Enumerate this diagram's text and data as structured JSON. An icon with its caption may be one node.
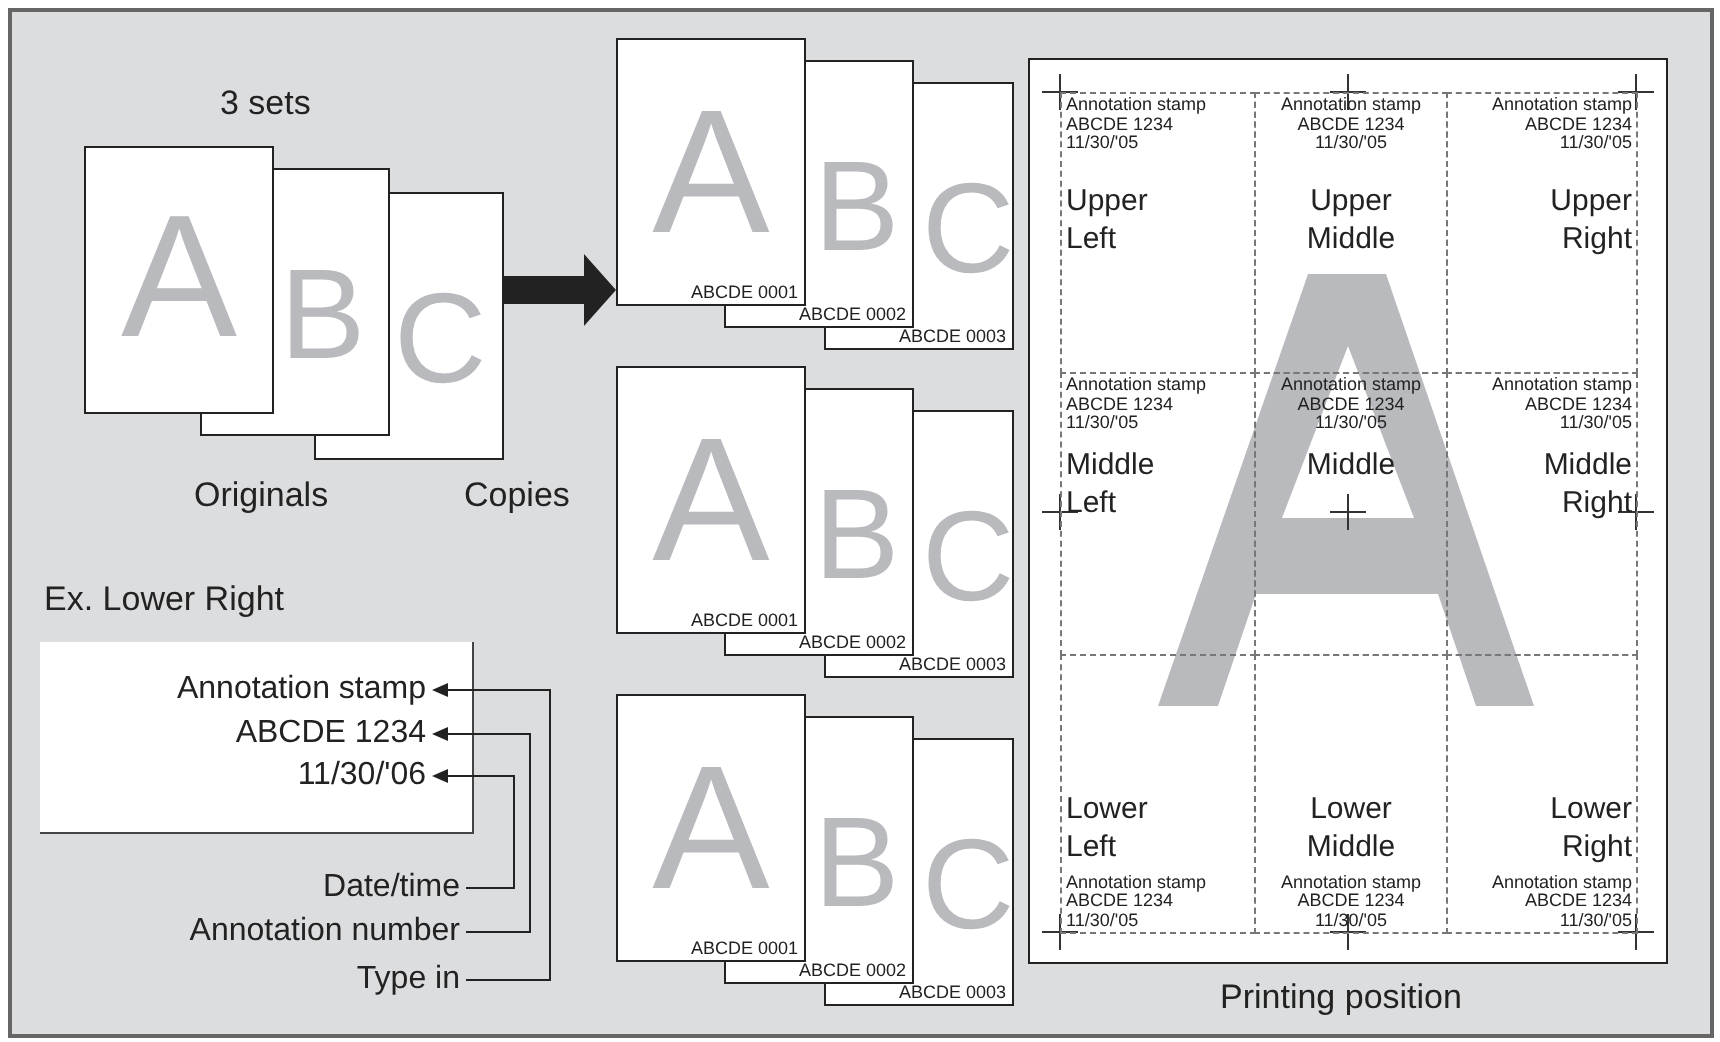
{
  "diagram": {
    "nodes": [
      {
        "text": [
          "A"
        ]
      },
      {
        "text": [
          "B"
        ]
      },
      {
        "text": [
          "C"
        ]
      },
      {
        "text": [
          "A",
          "ABCDE 0001"
        ]
      },
      {
        "text": [
          "B",
          "ABCDE 0002"
        ]
      },
      {
        "text": [
          "C",
          "ABCDE 0003"
        ]
      },
      {
        "text": [
          "A",
          "ABCDE 0001"
        ]
      },
      {
        "text": [
          "B",
          "ABCDE 0002"
        ]
      },
      {
        "text": [
          "C",
          "ABCDE 0003"
        ]
      },
      {
        "text": [
          "A",
          "ABCDE 0001"
        ]
      },
      {
        "text": [
          "B",
          "ABCDE 0002"
        ]
      },
      {
        "text": [
          "C",
          "ABCDE 0003"
        ]
      },
      {
        "text": [],
        "shape": "box"
      },
      {
        "text": [
          "Annotation stamp",
          "ABCDE 1234",
          "11/30/'05",
          "Upper Left"
        ],
        "in": 12
      },
      {
        "text": [
          "Annotation stamp",
          "ABCDE 1234",
          "11/30/'05",
          "Upper Middle"
        ],
        "in": 12
      },
      {
        "text": [
          "Annotation stamp",
          "ABCDE 1234",
          "11/30/'05",
          "Upper Right"
        ],
        "in": 12
      },
      {
        "text": [
          "Annotation stamp",
          "ABCDE 1234",
          "11/30/'05",
          "Middle Left"
        ],
        "in": 12
      },
      {
        "text": [
          "Annotation stamp",
          "ABCDE 1234",
          "11/30/'05",
          "Middle"
        ],
        "in": 12
      },
      {
        "text": [
          "Annotation stamp",
          "ABCDE 1234",
          "11/30/'05",
          "Middle Right"
        ],
        "in": 12
      },
      {
        "text": [
          "Lower Left",
          "Annotation stamp",
          "ABCDE 1234",
          "11/30/'05"
        ],
        "in": 12
      },
      {
        "text": [
          "Lower Middle",
          "Annotation stamp",
          "ABCDE 1234",
          "11/30/'05"
        ],
        "in": 12
      },
      {
        "text": [
          "Lower Right",
          "Annotation stamp",
          "ABCDE 1234",
          "11/30/'05"
        ],
        "in": 12
      },
      {
        "text": [
          "Ex. Lower Right"
        ]
      },
      {
        "text": [
          "Annotation stamp"
        ],
        "in": 22
      },
      {
        "text": [
          "ABCDE 1234"
        ],
        "in": 22
      },
      {
        "text": [
          "11/30/'06"
        ],
        "in": 22
      },
      {
        "text": [
          "Date/time"
        ]
      },
      {
        "text": [
          "Annotation number"
        ]
      },
      {
        "text": [
          "Type in"
        ]
      }
    ],
    "edges": [
      {
        "from": 2,
        "to": 3,
        "arrow": "to",
        "style": "thick"
      },
      {
        "from": 26,
        "to": 25,
        "arrow": "to"
      },
      {
        "from": 27,
        "to": 24,
        "arrow": "to"
      },
      {
        "from": 28,
        "to": 23,
        "arrow": "to"
      }
    ],
    "labels": [
      "3 sets",
      "Originals",
      "Copies",
      "Printing position"
    ]
  }
}
